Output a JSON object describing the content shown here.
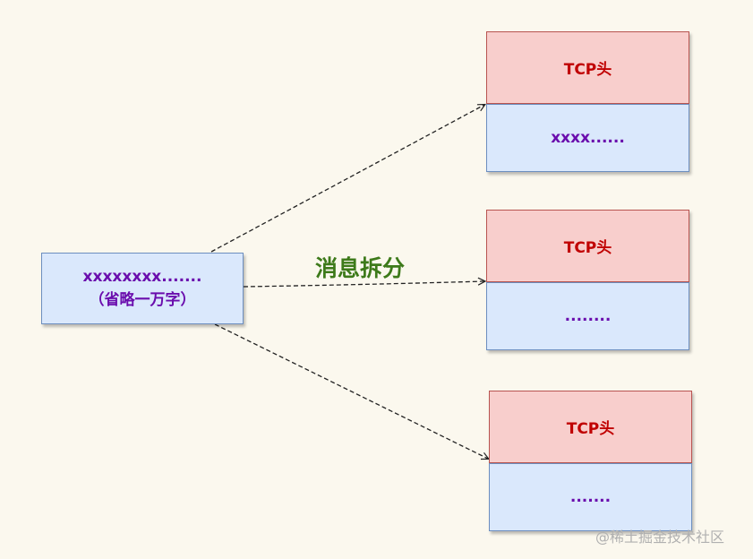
{
  "source": {
    "line1": "xxxxxxxx.......",
    "line2": "（省略一万字）"
  },
  "split_label": "消息拆分",
  "packets": [
    {
      "header": "TCP头",
      "body": "xxxx......"
    },
    {
      "header": "TCP头",
      "body": "........"
    },
    {
      "header": "TCP头",
      "body": "......."
    }
  ],
  "watermark": "@稀土掘金技术社区",
  "colors": {
    "background": "#fbf8ee",
    "header_fill": "#f8cecc",
    "header_text": "#c00000",
    "body_fill": "#dae8fc",
    "body_text": "#6a0dad",
    "label_text": "#3d7a1a"
  }
}
